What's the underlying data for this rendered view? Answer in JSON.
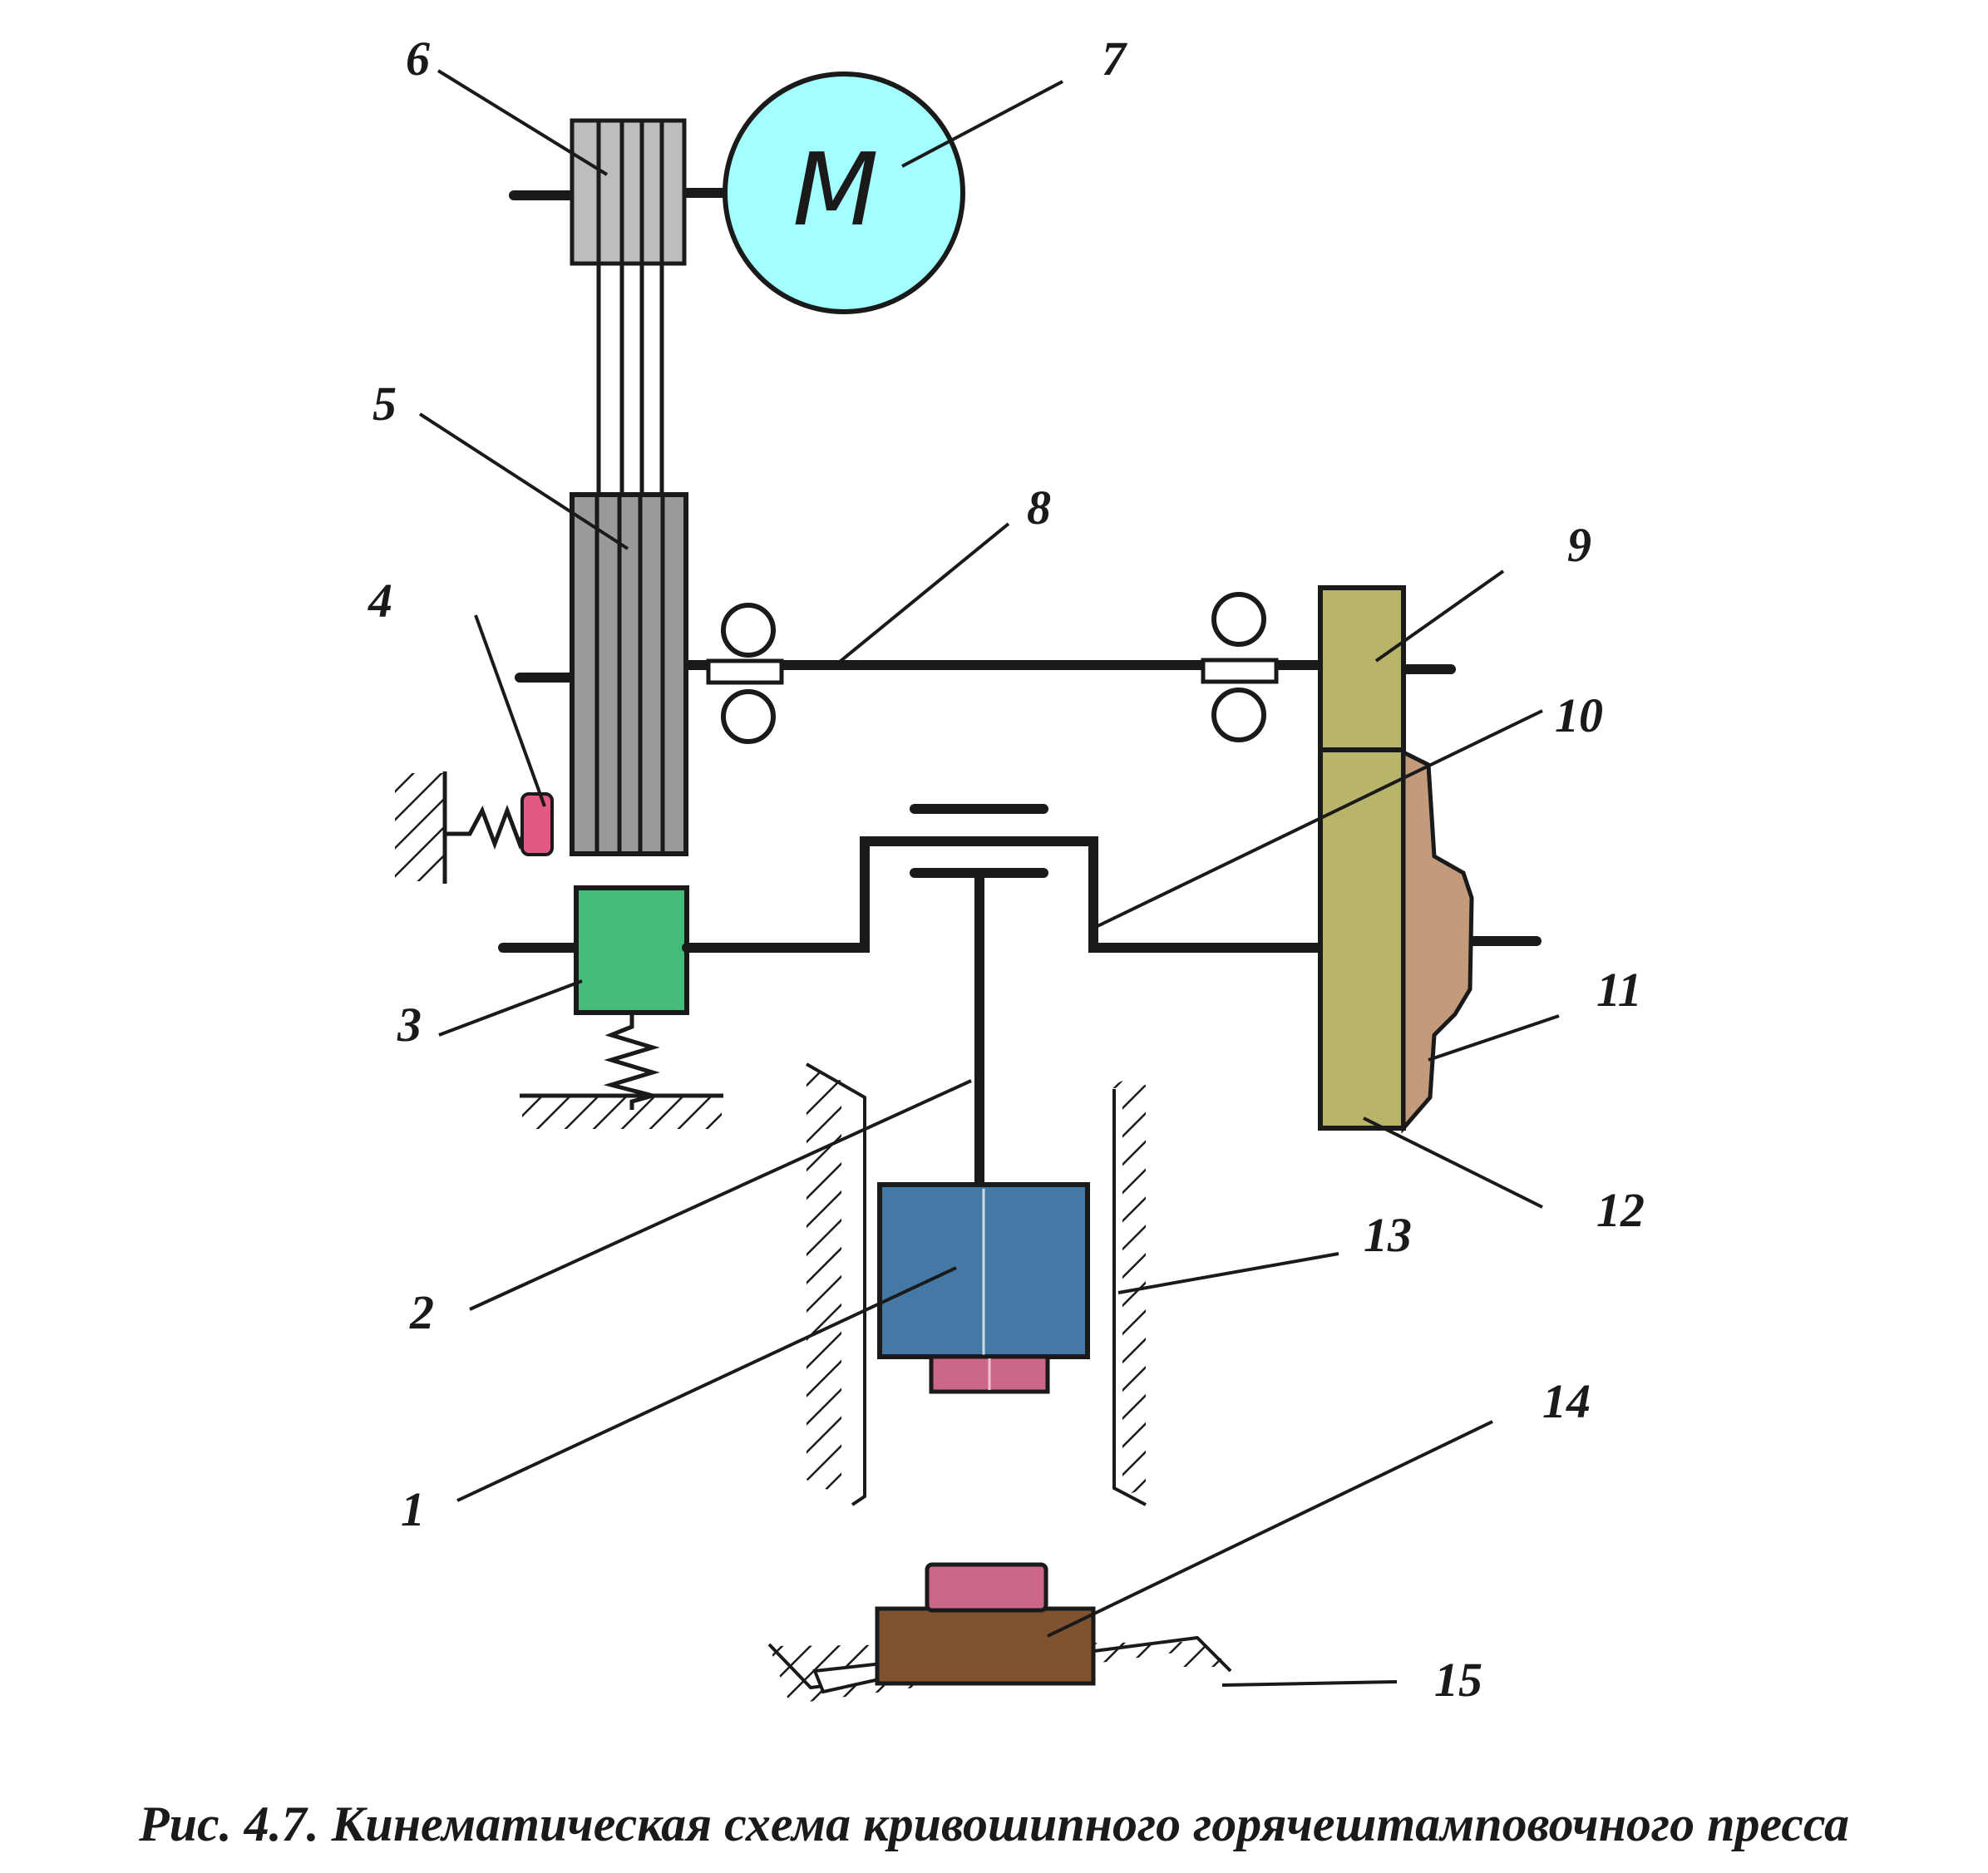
{
  "motor_symbol": "M",
  "labels": {
    "l1": "1",
    "l2": "2",
    "l3": "3",
    "l4": "4",
    "l5": "5",
    "l6": "6",
    "l7": "7",
    "l8": "8",
    "l9": "9",
    "l10": "10",
    "l11": "11",
    "l12": "12",
    "l13": "13",
    "l14": "14",
    "l15": "15"
  },
  "caption": "Рис. 4.7. Кинематическая схема кривошипного горячештамповочного пресса",
  "colors": {
    "motor": "#a3ffff",
    "pulley": "#bdbdbd",
    "flywheel": "#9a9a9a",
    "gear": "#b8b46a",
    "brake_pad": "#c39a7a",
    "clutch": "#44bb78",
    "slide": "#4479a6",
    "die": "#cc6688",
    "anvil": "#7f5230",
    "stop": "#e25a82"
  }
}
